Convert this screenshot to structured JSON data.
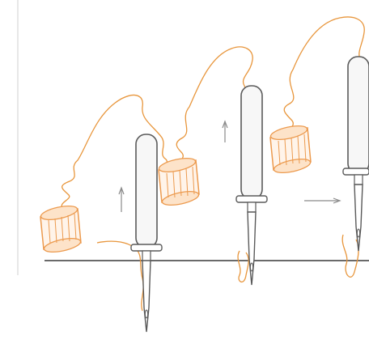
{
  "title": "",
  "colors": {
    "background": "#ffffff",
    "line": "#5a5a5a",
    "thread": "#e8963c",
    "spool": "#ec9a4e",
    "needle_tube": "#f7f7f7",
    "arrow": "#8a8a8a"
  },
  "stages": [
    {
      "id": "stage-1",
      "motion_arrow": "up"
    },
    {
      "id": "stage-2",
      "motion_arrow": "up"
    },
    {
      "id": "stage-3",
      "motion_arrow": "right"
    }
  ],
  "elements": {
    "fabric": "fabric-line",
    "border": "left-border-line"
  }
}
